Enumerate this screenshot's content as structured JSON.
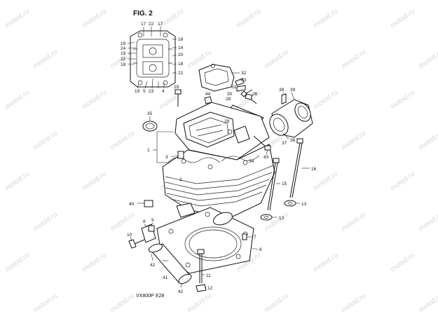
{
  "figure_title": "FIG. 2",
  "model_code": "VX800P",
  "model_suffix": "E28",
  "watermark_text": "motod.ru",
  "colors": {
    "line": "#111111",
    "background": "#ffffff",
    "watermark": "#d6d6d6"
  },
  "callouts": [
    {
      "id": "c1",
      "label": "1"
    },
    {
      "id": "c2",
      "label": "2"
    },
    {
      "id": "c3",
      "label": "3"
    },
    {
      "id": "c4",
      "label": "4"
    },
    {
      "id": "c5",
      "label": "5"
    },
    {
      "id": "c6",
      "label": "6"
    },
    {
      "id": "c7",
      "label": "7"
    },
    {
      "id": "c8",
      "label": "8"
    },
    {
      "id": "c9",
      "label": "9"
    },
    {
      "id": "c10",
      "label": "10"
    },
    {
      "id": "c11",
      "label": "11"
    },
    {
      "id": "c12",
      "label": "12"
    },
    {
      "id": "c13a",
      "label": "13"
    },
    {
      "id": "c13b",
      "label": "13"
    },
    {
      "id": "c14",
      "label": "14"
    },
    {
      "id": "c15",
      "label": "15"
    },
    {
      "id": "c16",
      "label": "16"
    },
    {
      "id": "c17a",
      "label": "17"
    },
    {
      "id": "c17b",
      "label": "17"
    },
    {
      "id": "c18a",
      "label": "18"
    },
    {
      "id": "c18b",
      "label": "18"
    },
    {
      "id": "c18c",
      "label": "18"
    },
    {
      "id": "c18d",
      "label": "18"
    },
    {
      "id": "c19a",
      "label": "19"
    },
    {
      "id": "c19b",
      "label": "19"
    },
    {
      "id": "c19c",
      "label": "19"
    },
    {
      "id": "c20",
      "label": "20"
    },
    {
      "id": "c21",
      "label": "21"
    },
    {
      "id": "c22a",
      "label": "22"
    },
    {
      "id": "c22b",
      "label": "22"
    },
    {
      "id": "c23",
      "label": "23"
    },
    {
      "id": "c24",
      "label": "24"
    },
    {
      "id": "c26",
      "label": "26"
    },
    {
      "id": "c28a",
      "label": "28"
    },
    {
      "id": "c28b",
      "label": "28"
    },
    {
      "id": "c29",
      "label": "29"
    },
    {
      "id": "c30",
      "label": "30"
    },
    {
      "id": "c31",
      "label": "31"
    },
    {
      "id": "c32",
      "label": "32"
    },
    {
      "id": "c33",
      "label": "33"
    },
    {
      "id": "c34",
      "label": "34"
    },
    {
      "id": "c35",
      "label": "35"
    },
    {
      "id": "c36",
      "label": "36"
    },
    {
      "id": "c37",
      "label": "37"
    },
    {
      "id": "c38",
      "label": "38"
    },
    {
      "id": "c39",
      "label": "39"
    },
    {
      "id": "c40",
      "label": "40"
    },
    {
      "id": "c41",
      "label": "41"
    },
    {
      "id": "c42a",
      "label": "42"
    },
    {
      "id": "c42b",
      "label": "42"
    },
    {
      "id": "c43",
      "label": "43"
    },
    {
      "id": "c44",
      "label": "44"
    }
  ]
}
